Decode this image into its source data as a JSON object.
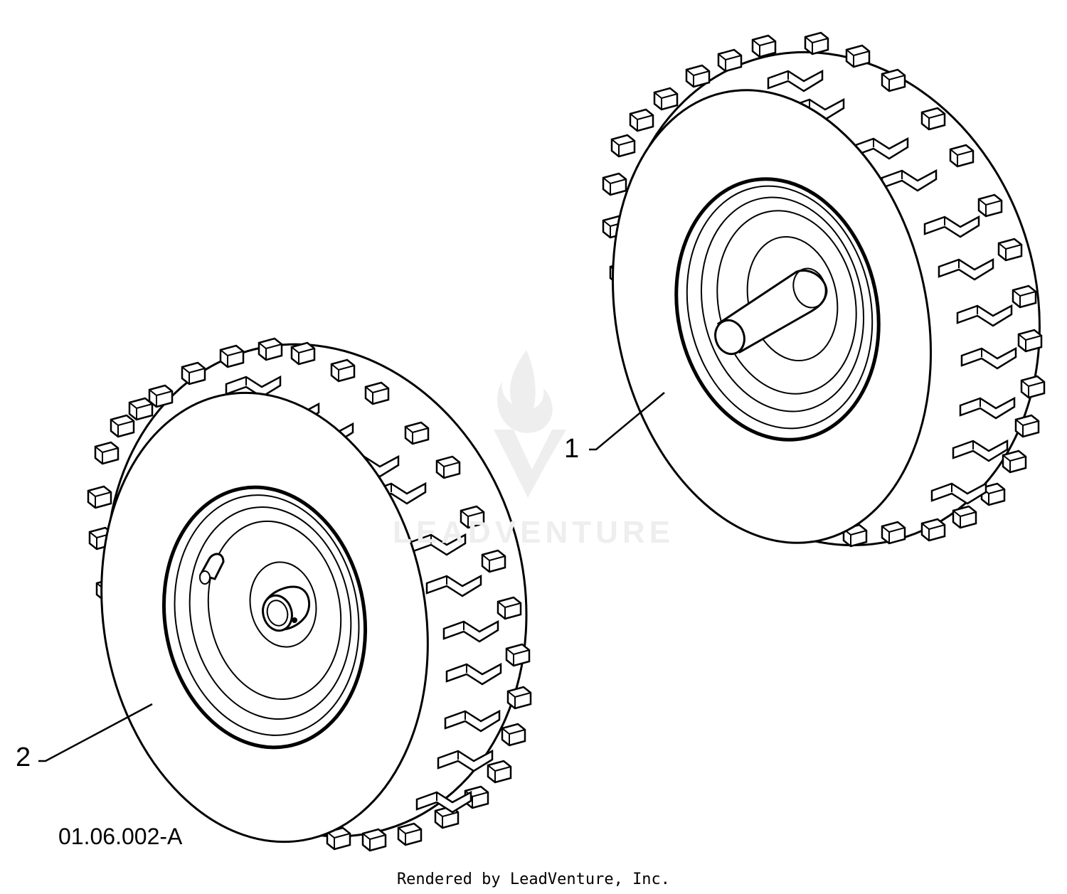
{
  "callouts": {
    "part_1": "1",
    "part_2": "2"
  },
  "drawing_number": "01.06.002-A",
  "credit": "Rendered by LeadVenture, Inc.",
  "watermark": {
    "text": "LEADVENTURE",
    "icon": "flame-v-logo-icon"
  },
  "colors": {
    "ink": "#000000",
    "background": "#ffffff",
    "watermark": "#eeeeee"
  }
}
